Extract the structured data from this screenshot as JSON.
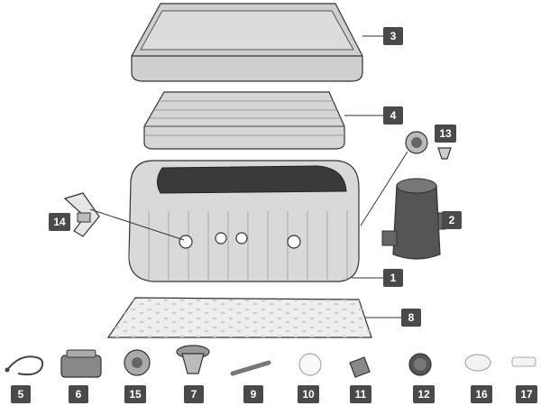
{
  "diagram": {
    "labels": {
      "cover": "3",
      "lid": "4",
      "pump_cap": "13",
      "pump": "2",
      "spa": "1",
      "buckle": "14",
      "groundcloth": "8",
      "hose": "5",
      "filter_housing": "6",
      "filter_cartridge": "15",
      "dispenser": "7",
      "brush": "9",
      "wrench": "10",
      "plug_tool": "11",
      "valve_cap": "12",
      "connector": "16",
      "adapter": "17"
    }
  }
}
